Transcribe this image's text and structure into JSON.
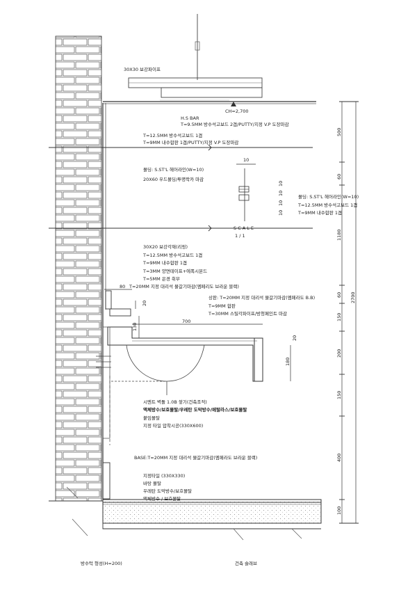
{
  "annotations": {
    "pipe": "30X30 보강파이프",
    "ch": "CH=2,700",
    "hsbar": "H.S BAR",
    "board_top": "T=9.5MM 방수석고보드 2겹/PUTTY/지정 V.P 도장마감",
    "wall1": "T=12.5MM 방수석고보드 1겹",
    "wall2": "T=9MM 내수합판 1겹/PUTTY/지정 V.P 도장마감",
    "molding1": "몰딩: S.ST'L 헤어라인(W=10)",
    "molding2": "20X60 우드몰딩/투명락카 마감",
    "rmold1": "몰딩: S.ST'L 헤어라인(W=10)",
    "rmold2": "T=12.5MM 방수석고보드 1겹",
    "rmold3": "T=9MM 내수합판 1겹",
    "scale_title": "S C A L E",
    "scale_value": "1  /  1",
    "mid1": "30X20 보강각재(리핑)",
    "mid2": "T=12.5MM 방수석고보드 1겹",
    "mid3": "T=9MM 내수합판 1겹",
    "mid4": "T=3MM 양면테이프+에폭시본드",
    "mid5": "T=5MM 은경 취부",
    "marble_wall": "T=20MM 지정 대리석 물갈기마감(엠페리도 브라운 블랙)",
    "top1": "상판: T=20MM 지정 대리석 물갈기마감(엠페라도 B.B)",
    "top2": "T=9MM 합판",
    "top3": "T=30MM 스틸각파이프/방청페인트 마감",
    "low1": "시멘트 벽돌 1.0B 쌓기(건축조적)",
    "low2": "액체방수/보호몰탈/우레탄 도막방수/메탈라스/보호몰탈",
    "low3": "붙임몰탈",
    "low4": "지정 타일 압착시공(330X600)",
    "base": "BASE:T=20MM 지정 대리석 물갈기마감(엠페라도 브라운 블랙)",
    "floor1": "지정타일 (330X330)",
    "floor2": "바탕 몰탈",
    "floor3": "우레탄 도막방수/보호몰탈",
    "floor4": "액체방수 / 보호몰탈",
    "foot_left": "방수턱 형성(H=200)",
    "foot_right": "건축 슬래브"
  },
  "dimensions": {
    "d80": "80",
    "d700": "700",
    "d130": "130",
    "d20a": "20",
    "d20b": "20",
    "d180": "180",
    "d10": "10",
    "d10a": "10",
    "d10b": "10",
    "d10c": "10",
    "d10d": "10",
    "r500": "500",
    "r60": "60",
    "r1180": "1180",
    "r60b": "60",
    "r150": "150",
    "r200": "200",
    "r150b": "150",
    "r400": "400",
    "r100": "100",
    "total": "2700"
  }
}
